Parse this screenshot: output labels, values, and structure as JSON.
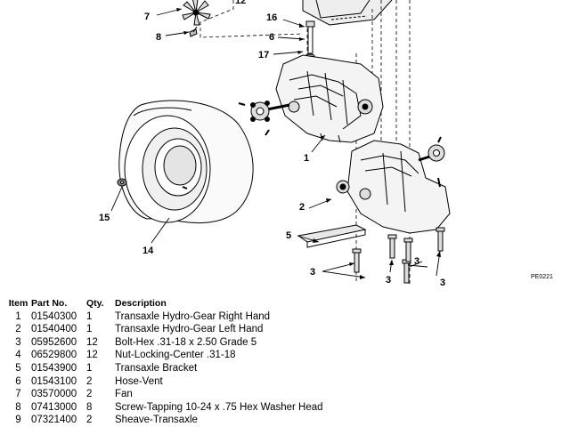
{
  "callouts": [
    "12",
    "7",
    "16",
    "8",
    "6",
    "17",
    "1",
    "2",
    "15",
    "14",
    "5",
    "3",
    "3",
    "3",
    "3"
  ],
  "figure_code": "PE0221",
  "parts_table": {
    "headers": [
      "Item",
      "Part No.",
      "Qty.",
      "Description"
    ],
    "rows": [
      [
        "1",
        "01540300",
        "1",
        "Transaxle Hydro-Gear Right Hand"
      ],
      [
        "2",
        "01540400",
        "1",
        "Transaxle Hydro-Gear Left Hand"
      ],
      [
        "3",
        "05952600",
        "12",
        "Bolt-Hex .31-18 x 2.50 Grade 5"
      ],
      [
        "4",
        "06529800",
        "12",
        "Nut-Locking-Center .31-18"
      ],
      [
        "5",
        "01543900",
        "1",
        "Transaxle Bracket"
      ],
      [
        "6",
        "01543100",
        "2",
        "Hose-Vent"
      ],
      [
        "7",
        "03570000",
        "2",
        "Fan"
      ],
      [
        "8",
        "07413000",
        "8",
        "Screw-Tapping 10-24 x .75 Hex Washer Head"
      ],
      [
        "9",
        "07321400",
        "2",
        "Sheave-Transaxle"
      ]
    ]
  }
}
